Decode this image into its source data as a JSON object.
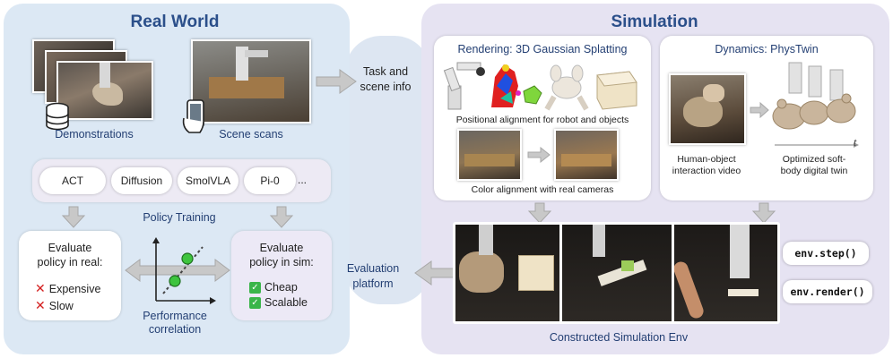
{
  "real_world": {
    "title": "Real World",
    "demonstrations_label": "Demonstrations",
    "scene_scans_label": "Scene scans",
    "policies": [
      "ACT",
      "Diffusion",
      "SmolVLA",
      "Pi-0",
      "..."
    ],
    "policy_training_label": "Policy Training",
    "eval_real": {
      "line1": "Evaluate",
      "line2": "policy in real:",
      "items": [
        "Expensive",
        "Slow"
      ]
    },
    "eval_sim": {
      "line1": "Evaluate",
      "line2": "policy in sim:",
      "items": [
        "Cheap",
        "Scalable"
      ]
    },
    "performance_correlation": {
      "line1": "Performance",
      "line2": "correlation"
    }
  },
  "connector": {
    "task_scene": {
      "line1": "Task and",
      "line2": "scene info"
    },
    "evaluation_platform": {
      "line1": "Evaluation",
      "line2": "platform"
    }
  },
  "simulation": {
    "title": "Simulation",
    "rendering": {
      "title": "Rendering: 3D Gaussian Splatting",
      "positional_caption": "Positional alignment for robot and objects",
      "color_caption": "Color alignment with real cameras"
    },
    "dynamics": {
      "title": "Dynamics: PhysTwin",
      "human_caption": {
        "line1": "Human-object",
        "line2": "interaction video"
      },
      "twin_caption": {
        "line1": "Optimized soft-",
        "line2": "body digital twin"
      },
      "axis_label": "t"
    },
    "env_calls": [
      "env.step()",
      "env.render()"
    ],
    "constructed_label": "Constructed Simulation Env"
  },
  "colors": {
    "accent_blue": "#2b4f8a",
    "label_blue": "#233f73",
    "cross_red": "#d42020",
    "check_green": "#3ab54a"
  },
  "icons": [
    "database-icon",
    "phone-icon",
    "cross-icon",
    "check-icon",
    "arrow-icon"
  ]
}
